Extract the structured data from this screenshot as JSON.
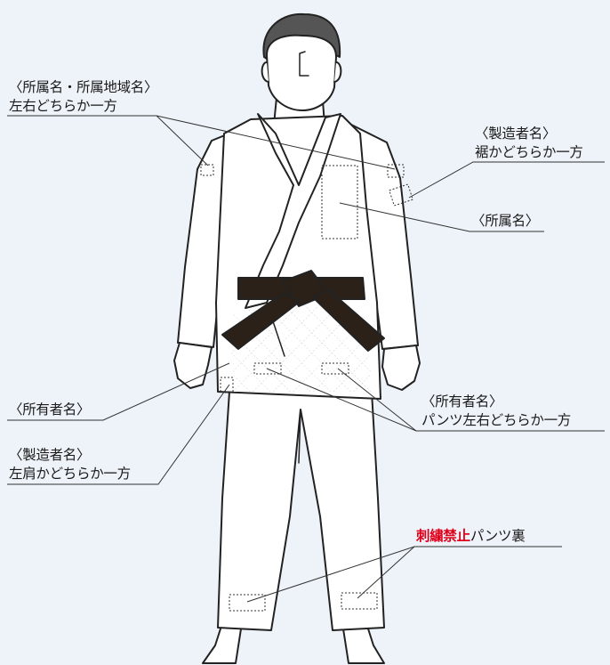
{
  "colors": {
    "background": "#eef3f9",
    "uniform": "#ffffff",
    "outline": "#222222",
    "belt": "#2b2118",
    "hair": "#555555",
    "highlight_red": "#e0001b"
  },
  "labels": {
    "affiliation_region": {
      "line1": "〈所属名・所属地域名〉",
      "line2": "左右どちらか一方"
    },
    "maker_sleeve": {
      "line1": "〈製造者名〉",
      "line2": "裾かどちらか一方"
    },
    "affiliation": {
      "line1": "〈所属名〉"
    },
    "owner_jacket": {
      "line1": "〈所有者名〉"
    },
    "owner_pants": {
      "line1": "〈所有者名〉",
      "line2": "パンツ左右どちらか一方"
    },
    "maker_shoulder": {
      "line1": "〈製造者名〉",
      "line2": "左肩かどちらか一方"
    },
    "embroidery": {
      "prohibited": "刺繍禁止",
      "rest": "パンツ裏"
    }
  }
}
